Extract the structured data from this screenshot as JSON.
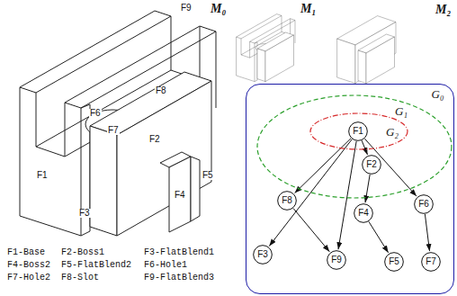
{
  "diagram": {
    "nodes": [
      {
        "text": [
          "G₀"
        ]
      },
      {
        "text": [
          "G₁"
        ],
        "in": 0
      },
      {
        "text": [
          "G₂"
        ],
        "in": 1
      },
      {
        "text": [
          "F1"
        ],
        "in": 2
      },
      {
        "text": [
          "F2"
        ],
        "in": 1
      },
      {
        "text": [
          "F8"
        ],
        "in": 0
      },
      {
        "text": [
          "F4"
        ],
        "in": 0
      },
      {
        "text": [
          "F6"
        ],
        "in": 0
      },
      {
        "text": [
          "F3"
        ],
        "in": 0
      },
      {
        "text": [
          "F9"
        ],
        "in": 0
      },
      {
        "text": [
          "F5"
        ],
        "in": 0
      },
      {
        "text": [
          "F7"
        ],
        "in": 0
      }
    ],
    "edges": [
      {
        "from": 3,
        "to": 8,
        "arrow": "to"
      },
      {
        "from": 3,
        "to": 5,
        "arrow": "to"
      },
      {
        "from": 3,
        "to": 9,
        "arrow": "to"
      },
      {
        "from": 3,
        "to": 4,
        "arrow": "to"
      },
      {
        "from": 3,
        "to": 7,
        "arrow": "to"
      },
      {
        "from": 5,
        "to": 9,
        "arrow": "to"
      },
      {
        "from": 4,
        "to": 6,
        "arrow": "to"
      },
      {
        "from": 6,
        "to": 10,
        "arrow": "to"
      },
      {
        "from": 7,
        "to": 11,
        "arrow": "to"
      }
    ],
    "labels": [
      "M₀",
      "M₁",
      "M₂",
      "F9",
      "F8",
      "F6",
      "F7",
      "F2",
      "F1",
      "F3",
      "F5",
      "F4",
      "F1-Base",
      "F2-Boss1",
      "F3-FlatBlend1",
      "F4-Boss2",
      "F5-FlatBlend2",
      "F6-Hole1",
      "F7-Hole2",
      "F8-Slot",
      "F9-FlatBlend3"
    ]
  }
}
